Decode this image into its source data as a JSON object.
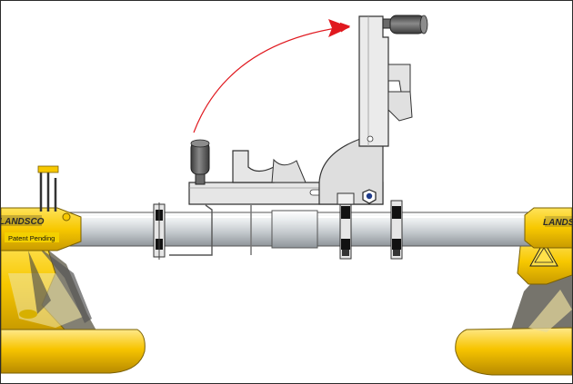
{
  "diagram": {
    "labels": {
      "brand_left": "LANDSCO",
      "brand_right": "LANDSCO",
      "patent": "Patent Pending"
    },
    "colors": {
      "frame": "#2b2b2b",
      "rail": "#cfd3d6",
      "bracket": "#e3e3e3",
      "yellow": "#f7c800",
      "yellow_dark": "#c99b00",
      "handle": "#5a5a5a",
      "arrow": "#e0191f"
    }
  }
}
